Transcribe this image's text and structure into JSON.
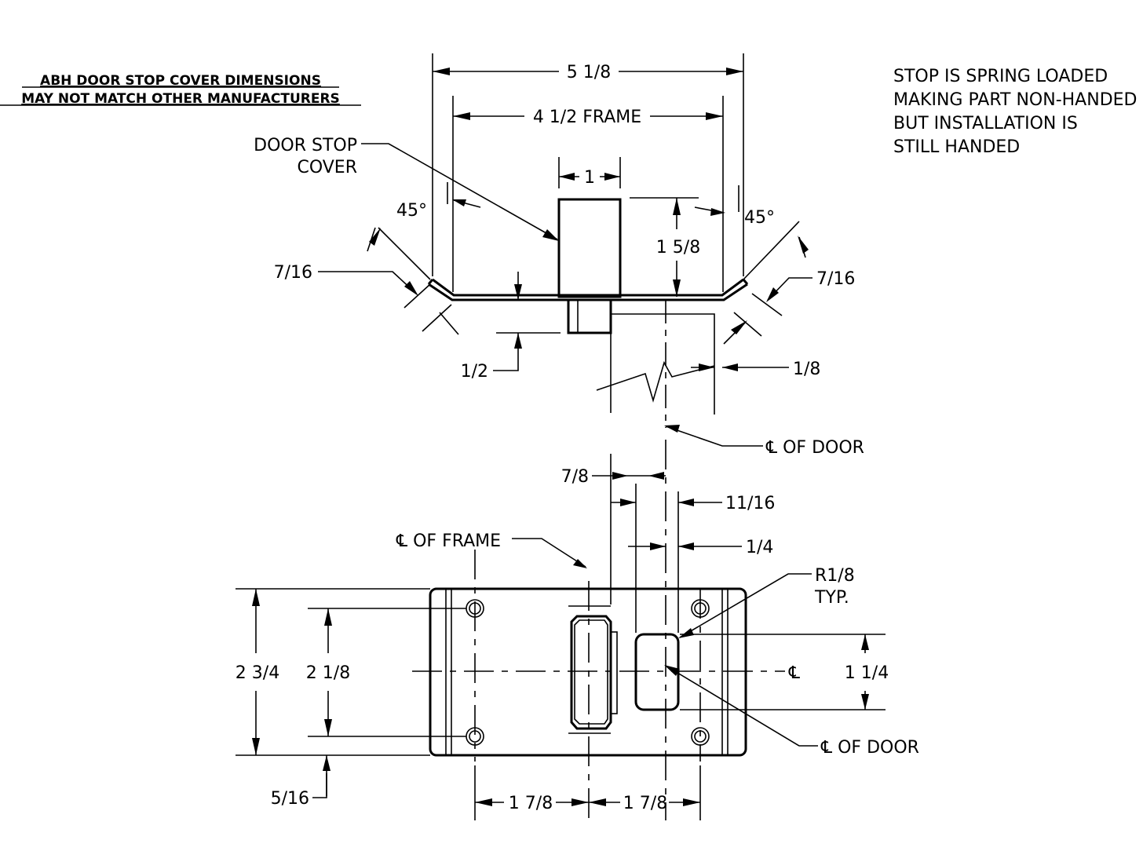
{
  "header_note": {
    "line1": "ABH DOOR STOP COVER DIMENSIONS",
    "line2": "MAY NOT MATCH OTHER MANUFACTURERS"
  },
  "side_note": {
    "line1": "STOP IS SPRING LOADED",
    "line2": "MAKING PART NON-HANDED",
    "line3": "BUT INSTALLATION IS",
    "line4": "STILL HANDED"
  },
  "top_view": {
    "overall_width": "5 1/8",
    "frame_width": "4 1/2 FRAME",
    "stop_width": "1",
    "stop_label_line1": "DOOR STOP",
    "stop_label_line2": "COVER",
    "angle_left": "45°",
    "angle_right": "45°",
    "flange_left": "7/16",
    "flange_right": "7/16",
    "stop_height": "1 5/8",
    "boss_depth": "1/2",
    "offset": "1/8",
    "door_centerline": "℄ OF DOOR"
  },
  "plan_view": {
    "frame_centerline": "℄ OF FRAME",
    "dim_7_8": "7/8",
    "dim_11_16": "11/16",
    "dim_1_4": "1/4",
    "radius_line1": "R1/8",
    "radius_line2": "TYP.",
    "overall_height": "2 3/4",
    "hole_spacing_v": "2 1/8",
    "slot_height": "1 1/4",
    "center_mark": "℄",
    "door_centerline": "℄ OF DOOR",
    "edge_offset": "5/16",
    "hole_spacing_left": "1 7/8",
    "hole_spacing_right": "1 7/8"
  }
}
